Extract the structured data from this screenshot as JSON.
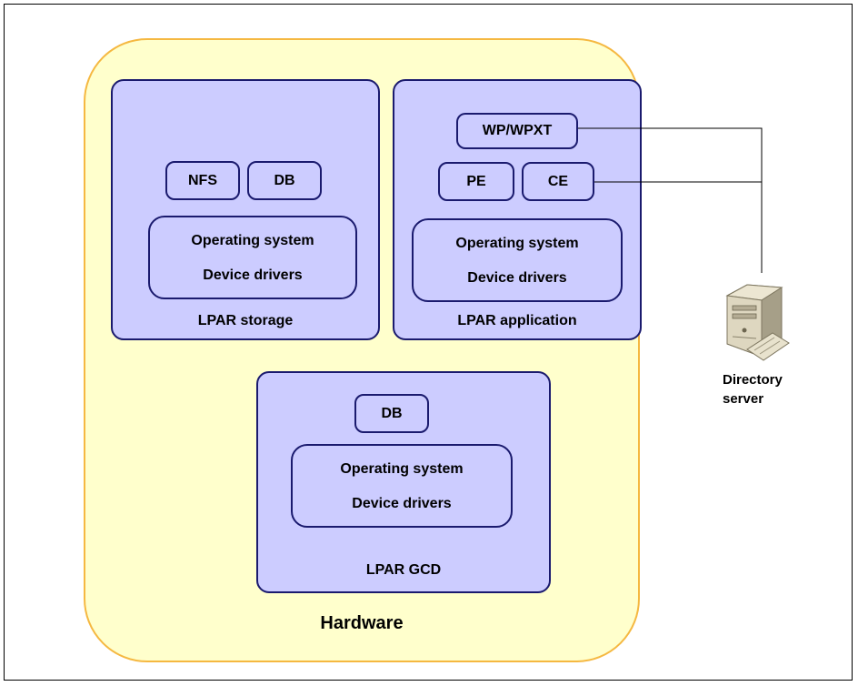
{
  "hardware": {
    "label": "Hardware"
  },
  "lpar_storage": {
    "label": "LPAR storage",
    "boxes": [
      "NFS",
      "DB"
    ],
    "os_line1": "Operating system",
    "os_line2": "Device drivers"
  },
  "lpar_application": {
    "label": "LPAR application",
    "top_box": "WP/WPXT",
    "boxes": [
      "PE",
      "CE"
    ],
    "os_line1": "Operating system",
    "os_line2": "Device drivers"
  },
  "lpar_gcd": {
    "label": "LPAR GCD",
    "boxes": [
      "DB"
    ],
    "os_line1": "Operating system",
    "os_line2": "Device drivers"
  },
  "directory_server": {
    "line1": "Directory",
    "line2": "server",
    "icon": "server-icon"
  }
}
